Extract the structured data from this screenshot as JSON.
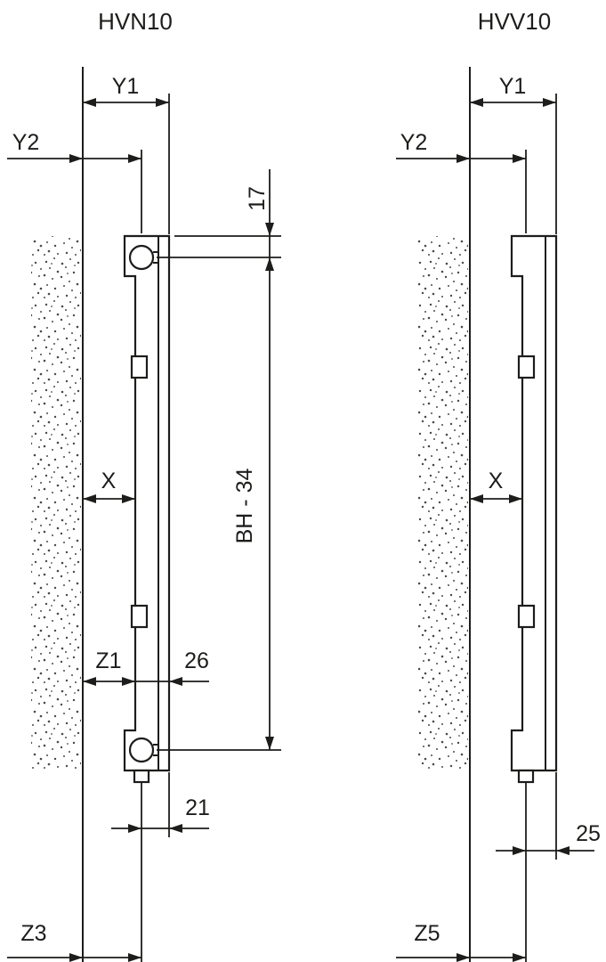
{
  "colors": {
    "line": "#1d1d1b",
    "background": "#ffffff"
  },
  "left": {
    "title": "HVN10",
    "labels": {
      "y1": "Y1",
      "y2": "Y2",
      "top_offset": "17",
      "pitch": "BH - 34",
      "x": "X",
      "z1": "Z1",
      "depth": "26",
      "bottom_offset": "21",
      "z3": "Z3"
    }
  },
  "right": {
    "title": "HVV10",
    "labels": {
      "y1": "Y1",
      "y2": "Y2",
      "x": "X",
      "bottom_offset": "25",
      "z5": "Z5"
    }
  }
}
